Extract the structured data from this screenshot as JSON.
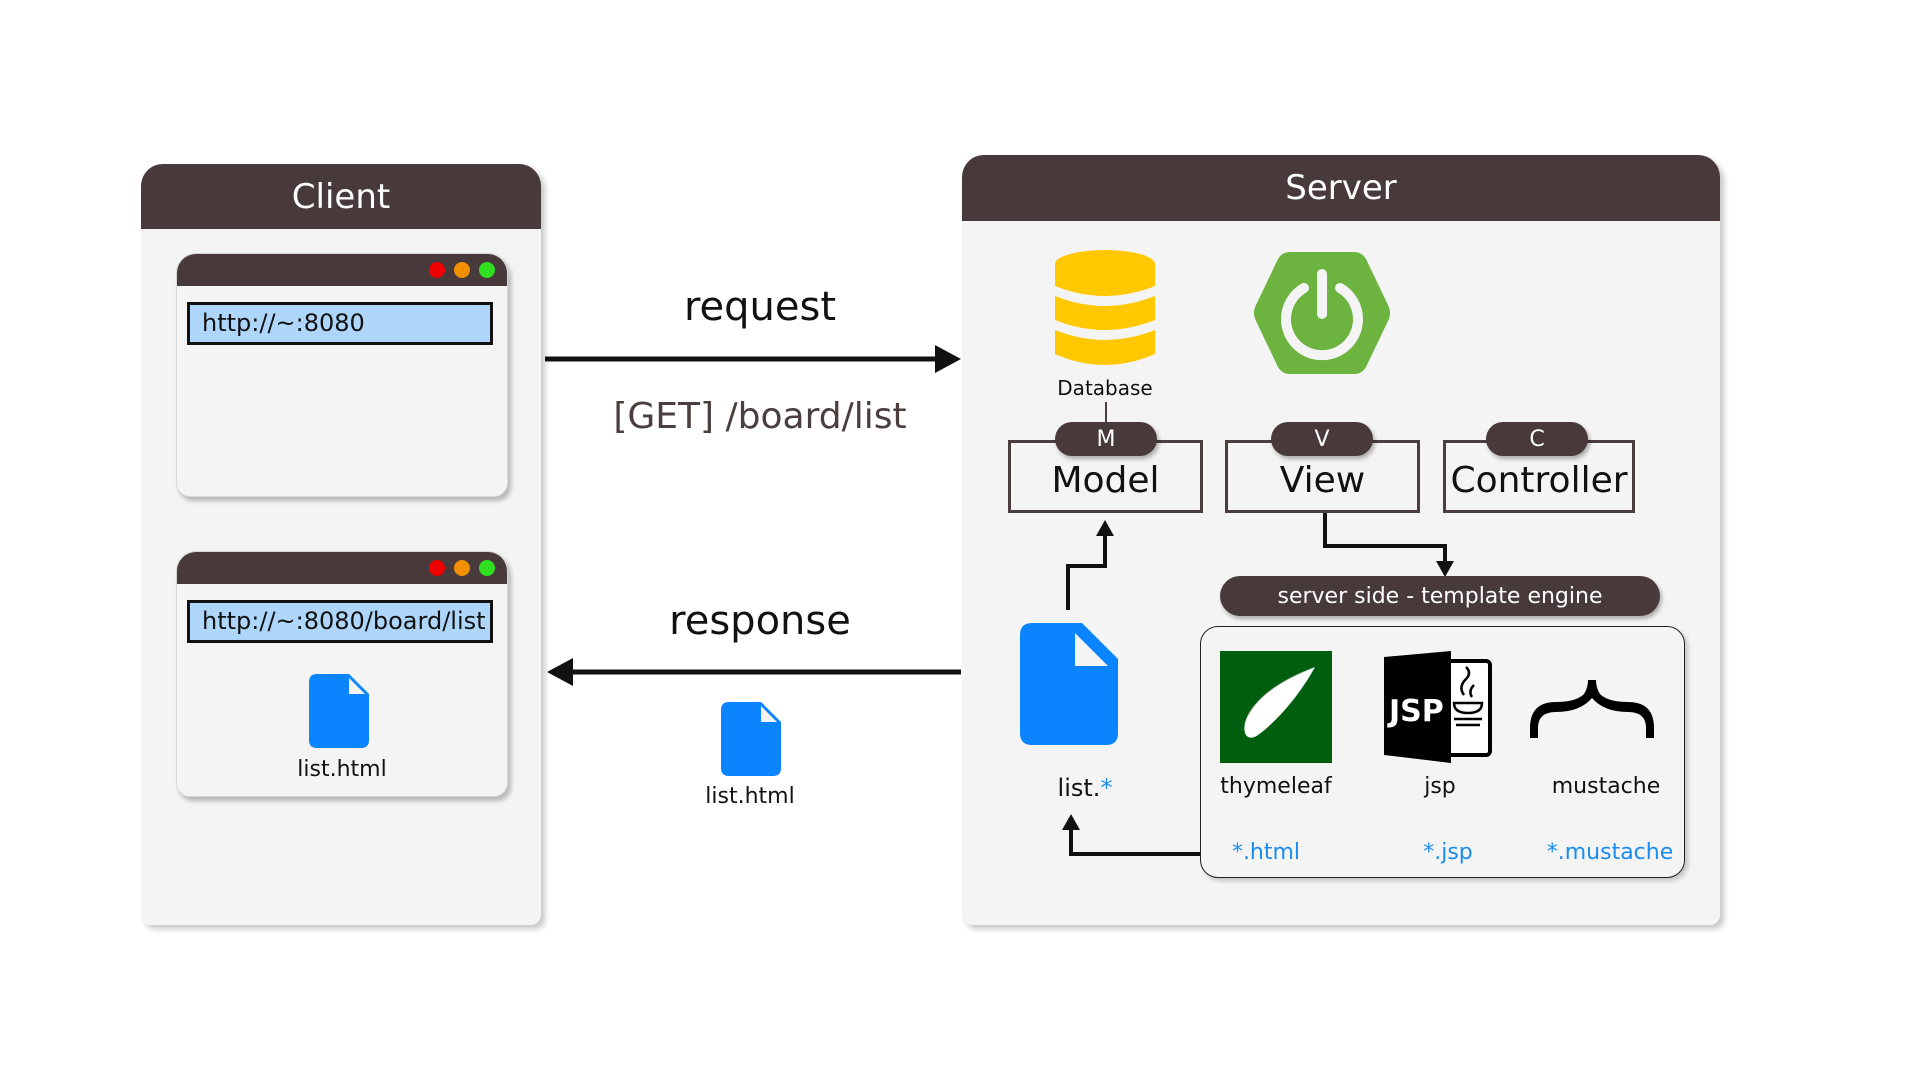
{
  "client": {
    "title": "Client",
    "browser_request": {
      "url": "http://~:8080"
    },
    "browser_response": {
      "url": "http://~:8080/board/list",
      "file_label": "list.html"
    }
  },
  "flow": {
    "request_label": "request",
    "request_route": "[GET] /board/list",
    "response_label": "response",
    "response_file_label": "list.html"
  },
  "server": {
    "title": "Server",
    "database_label": "Database",
    "spring_icon": "spring-power-icon",
    "mvc": [
      {
        "badge": "M",
        "label": "Model"
      },
      {
        "badge": "V",
        "label": "View"
      },
      {
        "badge": "C",
        "label": "Controller"
      }
    ],
    "file_label_prefix": "list.",
    "file_label_wildcard": "*",
    "engine_title": "server side - template engine",
    "engines": [
      {
        "name": "thymeleaf",
        "ext": "*.html"
      },
      {
        "name": "jsp",
        "ext": "*.jsp"
      },
      {
        "name": "mustache",
        "ext": "*.mustache"
      }
    ]
  },
  "colors": {
    "header": "#483a3a",
    "panel_bg": "#f4f4f4",
    "url_bg": "#aed6fb",
    "file_blue": "#0a84ff",
    "ext_blue": "#1a8cf0",
    "database_yellow": "#ffc800",
    "spring_green": "#6db33f",
    "thymeleaf_green": "#005f0f",
    "dot_red": "#f00000",
    "dot_orange": "#f09000",
    "dot_green": "#30e020"
  }
}
